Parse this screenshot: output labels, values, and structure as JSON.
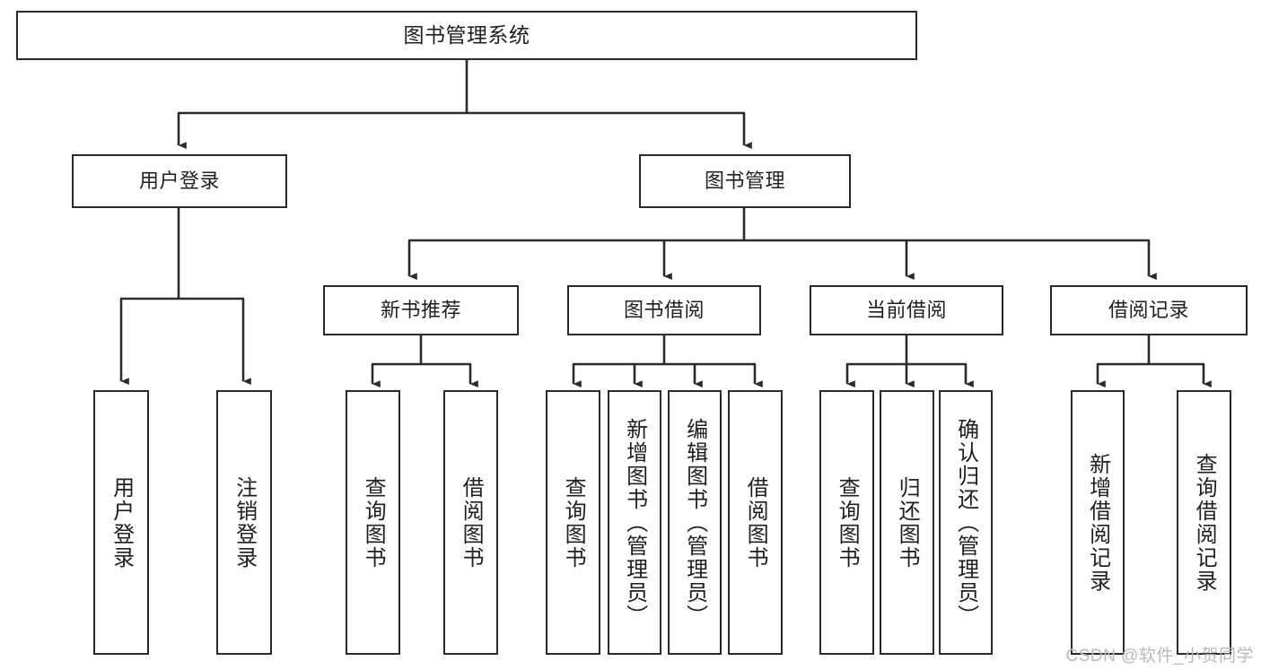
{
  "diagram": {
    "type": "tree-hierarchy-chart",
    "title": "图书管理系统",
    "orientation": "top-down",
    "colors": {
      "box_border": "#2b2b2b",
      "box_fill": "#ffffff",
      "edge": "#2b2b2b",
      "text": "#1f1f1f",
      "watermark": "#b9b9b9",
      "background": "#ffffff"
    },
    "nodes": {
      "root": {
        "label": "图书管理系统",
        "level": 0,
        "text_direction": "horizontal"
      },
      "level1": [
        {
          "id": "user-login",
          "label": "用户登录",
          "text_direction": "horizontal"
        },
        {
          "id": "book-manage",
          "label": "图书管理",
          "text_direction": "horizontal"
        }
      ],
      "level2": [
        {
          "id": "new-book-recommend",
          "label": "新书推荐",
          "text_direction": "horizontal"
        },
        {
          "id": "book-borrow",
          "label": "图书借阅",
          "text_direction": "horizontal"
        },
        {
          "id": "current-borrow",
          "label": "当前借阅",
          "text_direction": "horizontal"
        },
        {
          "id": "borrow-record",
          "label": "借阅记录",
          "text_direction": "horizontal"
        }
      ],
      "leaves": {
        "user-login": [
          {
            "id": "leaf-user-login",
            "label": "用户登录",
            "text_direction": "vertical"
          },
          {
            "id": "leaf-logout-login",
            "label": "注销登录",
            "text_direction": "vertical"
          }
        ],
        "new-book-recommend": [
          {
            "id": "leaf-query-book-1",
            "label": "查询图书",
            "text_direction": "vertical"
          },
          {
            "id": "leaf-borrow-book-1",
            "label": "借阅图书",
            "text_direction": "vertical"
          }
        ],
        "book-borrow": [
          {
            "id": "leaf-query-book-2",
            "label": "查询图书",
            "text_direction": "vertical"
          },
          {
            "id": "leaf-add-book",
            "label": "新增图书（管理员）",
            "text_direction": "vertical"
          },
          {
            "id": "leaf-edit-book",
            "label": "编辑图书（管理员）",
            "text_direction": "vertical"
          },
          {
            "id": "leaf-borrow-book-2",
            "label": "借阅图书",
            "text_direction": "vertical"
          }
        ],
        "current-borrow": [
          {
            "id": "leaf-query-book-3",
            "label": "查询图书",
            "text_direction": "vertical"
          },
          {
            "id": "leaf-return-book",
            "label": "归还图书",
            "text_direction": "vertical"
          },
          {
            "id": "leaf-confirm-return",
            "label": "确认归还（管理员）",
            "text_direction": "vertical"
          }
        ],
        "borrow-record": [
          {
            "id": "leaf-add-record",
            "label": "新增借阅记录",
            "text_direction": "vertical"
          },
          {
            "id": "leaf-query-record",
            "label": "查询借阅记录",
            "text_direction": "vertical"
          }
        ]
      }
    },
    "watermark": "CSDN @软件_小贺同学"
  }
}
